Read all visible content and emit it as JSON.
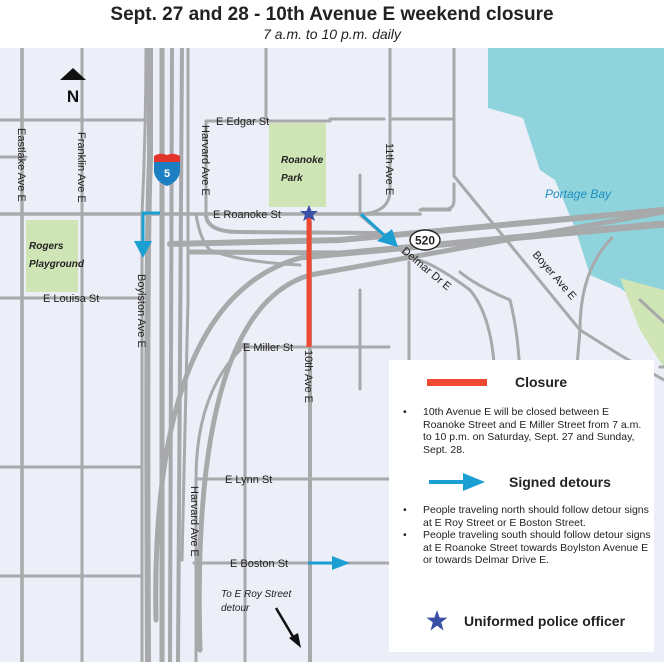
{
  "header": {
    "title": "Sept. 27 and 28 - 10th Avenue E weekend closure",
    "subtitle": "7 a.m. to 10 p.m. daily"
  },
  "map": {
    "north_label": "N",
    "streets": {
      "e_edgar": "E Edgar St",
      "e_roanoke": "E Roanoke St",
      "e_louisa": "E Louisa St",
      "e_miller": "E Miller St",
      "e_lynn": "E Lynn St",
      "e_boston": "E Boston St",
      "eastlake": "Eastlake Ave E",
      "franklin": "Franklin Ave E",
      "harvard_north": "Harvard Ave E",
      "harvard_south": "Harvard Ave E",
      "boylston": "Boylston Ave E",
      "tenth": "10th Ave E",
      "eleventh": "11th Ave E",
      "delmar": "Delmar Dr E",
      "boyer": "Boyer Ave E"
    },
    "parks": {
      "roanoke_1": "Roanoke",
      "roanoke_2": "Park",
      "rogers_1": "Rogers",
      "rogers_2": "Playground"
    },
    "water": "Portage Bay",
    "shields": {
      "i5": "5",
      "sr520": "520"
    },
    "annotation_1": "To E Roy Street",
    "annotation_2": "detour",
    "colors": {
      "background": "#eceef8",
      "road": "#a8a9ab",
      "water": "#8fd3dc",
      "park": "#cfe5b6",
      "closure": "#ef4934",
      "detour": "#1b9fd3",
      "police": "#3a4fa6"
    }
  },
  "legend": {
    "closure": {
      "title": "Closure",
      "items": [
        "10th Avenue E will be closed between E Roanoke Street and E Miller Street from 7 a.m. to 10 p.m. on Saturday, Sept. 27 and Sunday, Sept. 28."
      ]
    },
    "detours": {
      "title": "Signed detours",
      "items": [
        "People traveling north should follow detour signs at E Roy Street or E Boston Street.",
        "People traveling south should follow detour signs at E Roanoke Street towards Boylston Avenue E or towards Delmar Drive E."
      ]
    },
    "police": {
      "title": "Uniformed police officer"
    }
  }
}
